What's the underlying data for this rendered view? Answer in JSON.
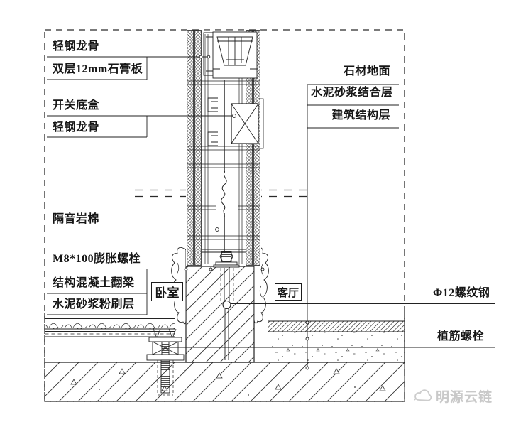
{
  "annotations": {
    "left": [
      {
        "text": "轻钢龙骨"
      },
      {
        "text": "双层12mm石膏板"
      },
      {
        "text": "开关底盒"
      },
      {
        "text": "轻钢龙骨"
      },
      {
        "text": "隔音岩棉"
      },
      {
        "text": "M8*100膨胀螺栓"
      },
      {
        "text": "结构混凝土翻梁"
      },
      {
        "text": "水泥砂浆粉刷层"
      }
    ],
    "right": [
      {
        "text": "石材地面"
      },
      {
        "text": "水泥砂浆结合层"
      },
      {
        "text": "建筑结构层"
      },
      {
        "text": "Φ12螺纹钢"
      },
      {
        "text": "植筋螺栓"
      }
    ],
    "rooms": [
      {
        "text": "卧室"
      },
      {
        "text": "客厅"
      }
    ]
  },
  "watermark": {
    "brand": "明源云链",
    "icon": "cloud-link-logo"
  },
  "colors": {
    "line": "#222222",
    "label_text": "#161616",
    "watermark": "#c9c9c9",
    "background": "#ffffff"
  }
}
